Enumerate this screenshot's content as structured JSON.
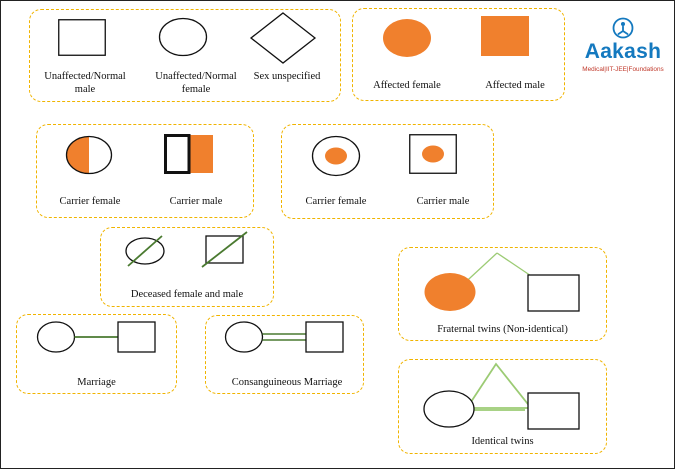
{
  "logo": {
    "wordmark": "Aakash",
    "tagline": "Medical|IIT-JEE|Foundations"
  },
  "colors": {
    "affected_fill": "#f0802d",
    "box_border": "#f0b400",
    "marriage_line": "#4a7a30",
    "twin_line": "#9ccb74",
    "logo_blue": "#1479bf",
    "logo_red": "#c0392b"
  },
  "groups": {
    "unaffected": {
      "normal_male": "Unaffected/Normal male",
      "normal_female": "Unaffected/Normal female",
      "sex_unspecified": "Sex unspecified"
    },
    "affected": {
      "female": "Affected female",
      "male": "Affected male"
    },
    "carrier_half": {
      "female": "Carrier female",
      "male": "Carrier male"
    },
    "carrier_dot": {
      "female": "Carrier female",
      "male": "Carrier male"
    },
    "deceased": {
      "label": "Deceased  female and male"
    },
    "marriage": {
      "label": "Marriage"
    },
    "consanguineous": {
      "label": "Consanguineous Marriage"
    },
    "fraternal_twins": {
      "label": "Fraternal twins (Non-identical)"
    },
    "identical_twins": {
      "label": "Identical twins"
    }
  }
}
